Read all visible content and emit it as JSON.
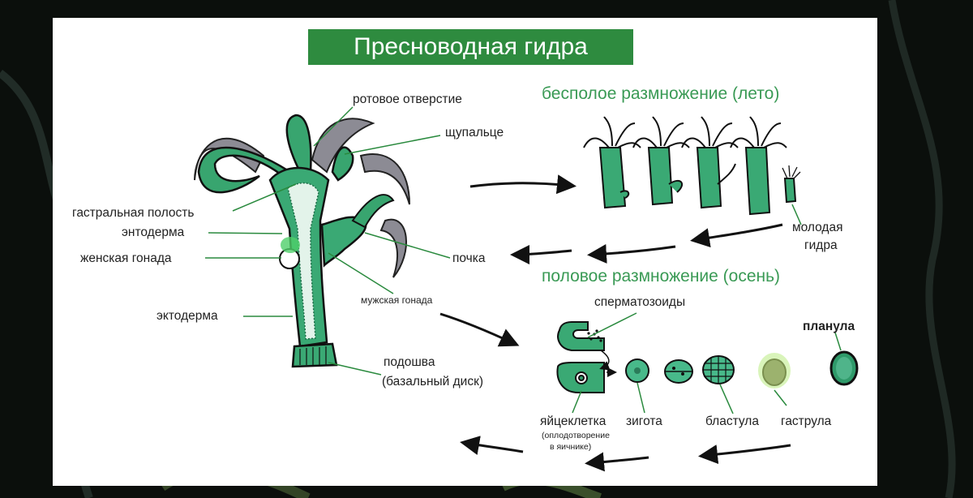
{
  "title": "Пресноводная гидра",
  "headings": {
    "asexual": "бесполое размножение (лето)",
    "sexual": "половое размножение (осень)"
  },
  "anatomy": {
    "mouth": "ротовое отверстие",
    "tentacle": "щупальце",
    "gastric_cavity": "гастральная полость",
    "endoderm": "энтодерма",
    "female_gonad": "женская гонада",
    "ectoderm": "эктодерма",
    "bud": "почка",
    "male_gonad": "мужская гонада",
    "sole_line1": "подошва",
    "sole_line2": "(базальный диск)"
  },
  "asexual": {
    "young_line1": "молодая",
    "young_line2": "гидра"
  },
  "sexual": {
    "sperm": "сперматозоиды",
    "planula": "планула",
    "egg": "яйцеклетка",
    "egg_note_line1": "(оплодотворение",
    "egg_note_line2": "в яичнике)",
    "zygote": "зигота",
    "blastula": "бластула",
    "gastrula": "гаструла"
  },
  "colors": {
    "title_bg": "#2e8b3f",
    "heading": "#3a9a55",
    "body_green": "#2f9a6a",
    "ink": "#111111"
  }
}
